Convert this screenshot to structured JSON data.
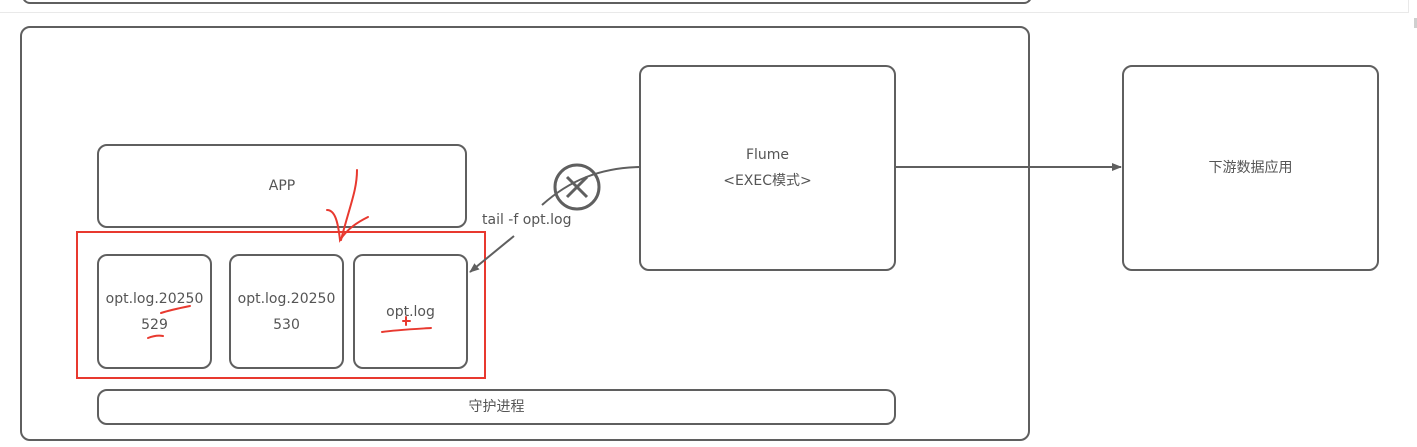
{
  "diagram": {
    "outer_container": {
      "label": ""
    },
    "app": {
      "label": "APP"
    },
    "log_files": [
      {
        "line1": "opt.log.20250",
        "line2": "529"
      },
      {
        "line1": "opt.log.20250",
        "line2": "530"
      },
      {
        "line1": "opt.log",
        "line2": ""
      }
    ],
    "daemon": {
      "label": "守护进程"
    },
    "flume": {
      "line1": "Flume",
      "line2": "<EXEC模式>"
    },
    "downstream": {
      "label": "下游数据应用"
    },
    "edges": {
      "tail_label": "tail -f opt.log",
      "flume_to_downstream": "",
      "blocked_marker": "x-circle"
    },
    "annotations": {
      "highlight_color": "#e8392f",
      "stroke_color": "#5f5f5f"
    }
  }
}
